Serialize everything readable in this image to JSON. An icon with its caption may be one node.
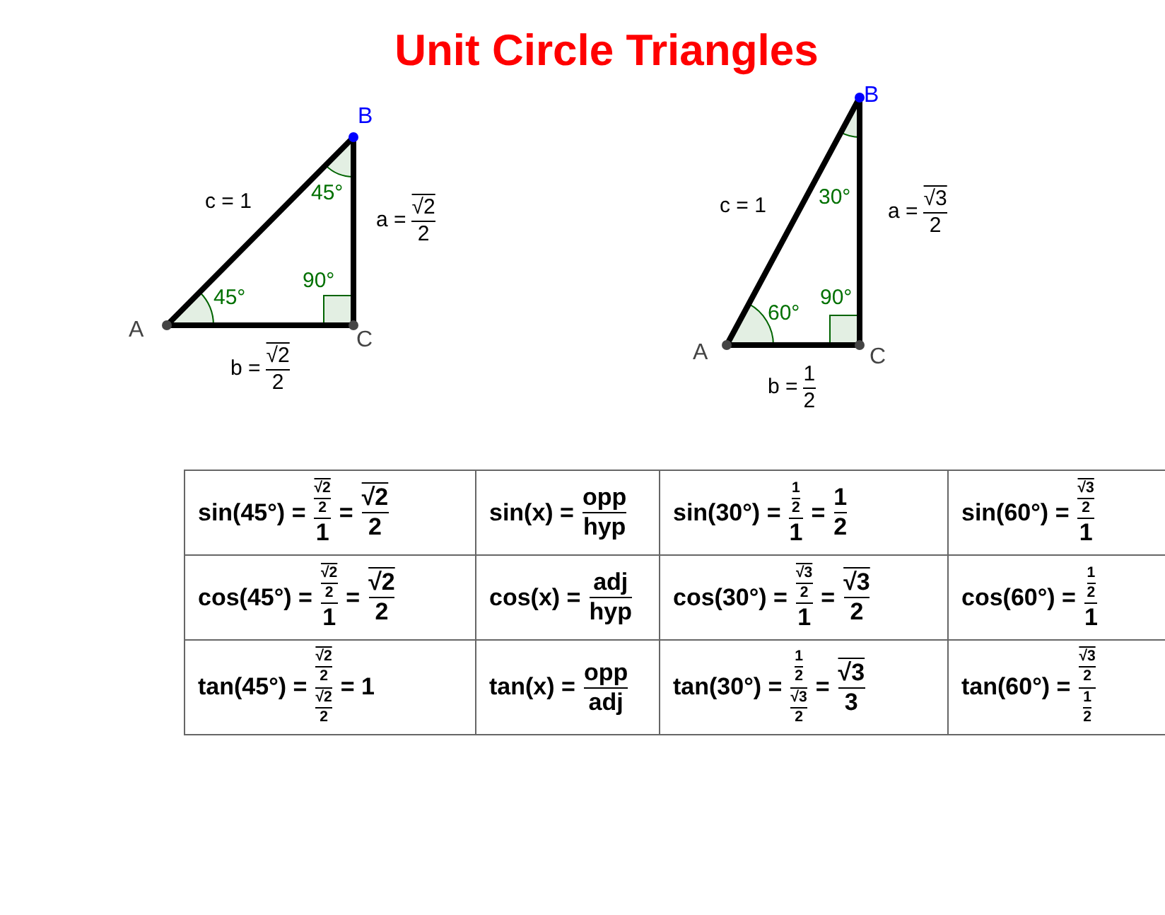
{
  "diagram": {
    "title": "Unit Circle Triangles",
    "labels": [
      "B",
      "c = 1",
      "45°",
      "a =",
      "√2",
      "2",
      "90°",
      "45°",
      "A",
      "C",
      "b =",
      "√2",
      "2",
      "B",
      "c = 1",
      "30°",
      "a =",
      "√3",
      "2",
      "90°",
      "60°",
      "A",
      "C",
      "b =",
      "1",
      "2",
      "sin(45°) =",
      "√2",
      "2",
      "1",
      "=",
      "√2",
      "2",
      "sin(x) =",
      "opp",
      "hyp",
      "sin(30°) =",
      "1",
      "2",
      "1",
      "=",
      "1",
      "2",
      "sin(60°) =",
      "√3",
      "2",
      "1",
      "cos(45°) =",
      "√2",
      "2",
      "1",
      "=",
      "√2",
      "2",
      "cos(x) =",
      "adj",
      "hyp",
      "cos(30°) =",
      "√3",
      "2",
      "1",
      "=",
      "√3",
      "2",
      "cos(60°) =",
      "1",
      "2",
      "1",
      "tan(45°) =",
      "√2",
      "2",
      "√2",
      "2",
      "= 1",
      "tan(x) =",
      "opp",
      "adj",
      "tan(30°) =",
      "1",
      "2",
      "√3",
      "2",
      "=",
      "√3",
      "3",
      "tan(60°) =",
      "√3",
      "2",
      "1",
      "2"
    ]
  }
}
